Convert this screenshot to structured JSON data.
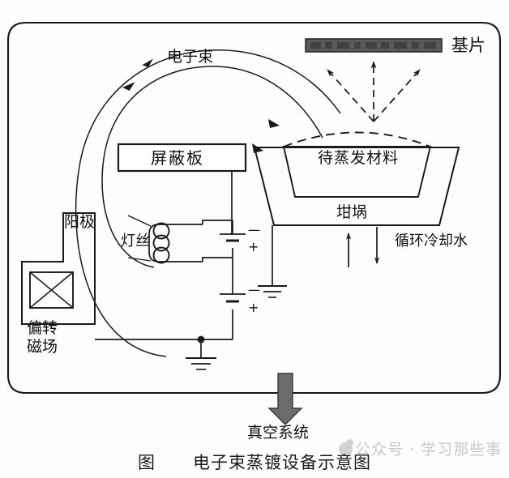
{
  "figure": {
    "type": "schematic-diagram",
    "title_prefix": "图",
    "title": "电子束蒸镀设备示意图",
    "watermark": "公众号 · 学习那些事",
    "ink_color": "#1a1a1a",
    "substrate_fill": "#5a5a5a",
    "vacuum_arrow_fill": "#6b6b6b",
    "background": "#fdfdfb"
  },
  "labels": {
    "electron_beam": "电子束",
    "substrate": "基片",
    "evaporation_material": "待蒸发材料",
    "crucible": "坩埚",
    "shield_plate": "屏蔽板",
    "anode": "阳极",
    "filament": "灯丝",
    "deflection_field_line1": "偏转",
    "deflection_field_line2": "磁场",
    "cooling_water": "循环冷却水",
    "vacuum_system": "真空系统"
  },
  "battery_marks": {
    "upper_negative": "一",
    "upper_positive": "+",
    "lower_negative": "一",
    "lower_positive": "+"
  },
  "components": [
    {
      "name": "vacuum-chamber",
      "shape": "rounded-rectangle"
    },
    {
      "name": "substrate",
      "shape": "filled-bar"
    },
    {
      "name": "crucible",
      "shape": "trapezoid"
    },
    {
      "name": "evaporation-material",
      "shape": "trapezoid-with-dashed-dome"
    },
    {
      "name": "shield-plate",
      "shape": "rectangle"
    },
    {
      "name": "anode",
      "shape": "l-shape"
    },
    {
      "name": "deflection-magnetic-field",
      "shape": "box-with-cross"
    },
    {
      "name": "filament",
      "shape": "coil-of-three-loops"
    },
    {
      "name": "power-supply-upper",
      "shape": "battery-cell"
    },
    {
      "name": "power-supply-lower",
      "shape": "battery-cell"
    },
    {
      "name": "ground-crucible",
      "shape": "earth-ground"
    },
    {
      "name": "ground-circuit",
      "shape": "earth-ground"
    },
    {
      "name": "electron-beam-trajectory-outer",
      "shape": "curved-arrow"
    },
    {
      "name": "electron-beam-trajectory-inner",
      "shape": "curved-arrow"
    },
    {
      "name": "vapor-flux-arrows",
      "shape": "three-dashed-arrows"
    },
    {
      "name": "cooling-water-inlet-arrow",
      "shape": "up-arrow"
    },
    {
      "name": "cooling-water-outlet-arrow",
      "shape": "down-arrow"
    },
    {
      "name": "vacuum-system-arrow",
      "shape": "thick-block-arrow"
    }
  ]
}
